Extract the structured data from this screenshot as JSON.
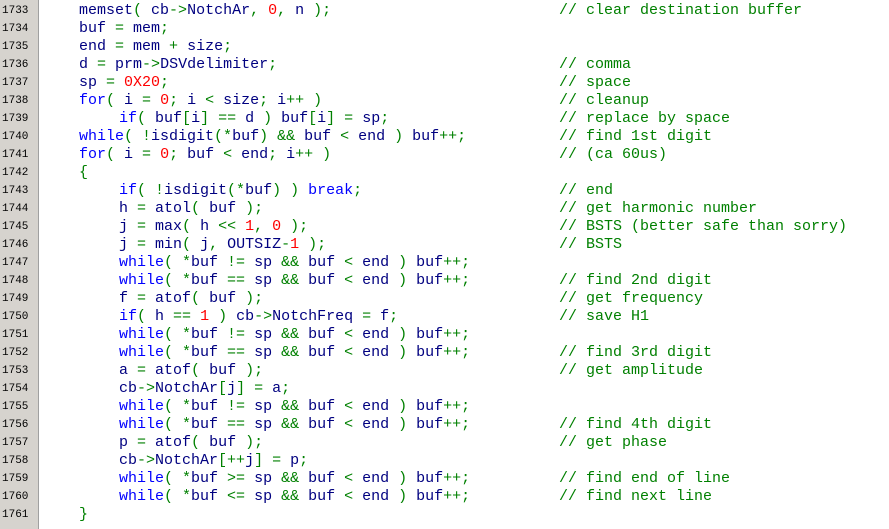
{
  "editor": {
    "colors": {
      "identifier": "#000080",
      "keyword": "#0000ff",
      "number": "#ff0000",
      "operator": "#008000",
      "comment": "#008000",
      "gutter": "#d6d3ce"
    },
    "lines": [
      {
        "n": "1733",
        "indent": 0,
        "tokens": [
          [
            "id",
            "memset"
          ],
          [
            "op",
            "( "
          ],
          [
            "id",
            "cb"
          ],
          [
            "op",
            "->"
          ],
          [
            "id",
            "NotchAr"
          ],
          [
            "op",
            ", "
          ],
          [
            "num",
            "0"
          ],
          [
            "op",
            ", "
          ],
          [
            "id",
            "n"
          ],
          [
            "op",
            " );"
          ]
        ],
        "comment": "// clear destination buffer"
      },
      {
        "n": "1734",
        "indent": 0,
        "tokens": [
          [
            "id",
            "buf"
          ],
          [
            "op",
            " = "
          ],
          [
            "id",
            "mem"
          ],
          [
            "op",
            ";"
          ]
        ],
        "comment": ""
      },
      {
        "n": "1735",
        "indent": 0,
        "tokens": [
          [
            "id",
            "end"
          ],
          [
            "op",
            " = "
          ],
          [
            "id",
            "mem"
          ],
          [
            "op",
            " + "
          ],
          [
            "id",
            "size"
          ],
          [
            "op",
            ";"
          ]
        ],
        "comment": ""
      },
      {
        "n": "1736",
        "indent": 0,
        "tokens": [
          [
            "id",
            "d"
          ],
          [
            "op",
            " = "
          ],
          [
            "id",
            "prm"
          ],
          [
            "op",
            "->"
          ],
          [
            "id",
            "DSVdelimiter"
          ],
          [
            "op",
            ";"
          ]
        ],
        "comment": "// comma"
      },
      {
        "n": "1737",
        "indent": 0,
        "tokens": [
          [
            "id",
            "sp"
          ],
          [
            "op",
            " = "
          ],
          [
            "num",
            "0X20"
          ],
          [
            "op",
            ";"
          ]
        ],
        "comment": "// space"
      },
      {
        "n": "1738",
        "indent": 0,
        "tokens": [
          [
            "kw",
            "for"
          ],
          [
            "op",
            "( "
          ],
          [
            "id",
            "i"
          ],
          [
            "op",
            " = "
          ],
          [
            "num",
            "0"
          ],
          [
            "op",
            "; "
          ],
          [
            "id",
            "i"
          ],
          [
            "op",
            " < "
          ],
          [
            "id",
            "size"
          ],
          [
            "op",
            "; "
          ],
          [
            "id",
            "i"
          ],
          [
            "op",
            "++ )"
          ]
        ],
        "comment": "// cleanup"
      },
      {
        "n": "1739",
        "indent": 1,
        "tokens": [
          [
            "kw",
            "if"
          ],
          [
            "op",
            "( "
          ],
          [
            "id",
            "buf"
          ],
          [
            "op",
            "["
          ],
          [
            "id",
            "i"
          ],
          [
            "op",
            "] == "
          ],
          [
            "id",
            "d"
          ],
          [
            "op",
            " ) "
          ],
          [
            "id",
            "buf"
          ],
          [
            "op",
            "["
          ],
          [
            "id",
            "i"
          ],
          [
            "op",
            "] = "
          ],
          [
            "id",
            "sp"
          ],
          [
            "op",
            ";"
          ]
        ],
        "comment": "// replace by space"
      },
      {
        "n": "1740",
        "indent": 0,
        "tokens": [
          [
            "kw",
            "while"
          ],
          [
            "op",
            "( !"
          ],
          [
            "id",
            "isdigit"
          ],
          [
            "op",
            "(*"
          ],
          [
            "id",
            "buf"
          ],
          [
            "op",
            ") && "
          ],
          [
            "id",
            "buf"
          ],
          [
            "op",
            " < "
          ],
          [
            "id",
            "end"
          ],
          [
            "op",
            " ) "
          ],
          [
            "id",
            "buf"
          ],
          [
            "op",
            "++;"
          ]
        ],
        "comment": "// find 1st digit"
      },
      {
        "n": "1741",
        "indent": 0,
        "tokens": [
          [
            "kw",
            "for"
          ],
          [
            "op",
            "( "
          ],
          [
            "id",
            "i"
          ],
          [
            "op",
            " = "
          ],
          [
            "num",
            "0"
          ],
          [
            "op",
            "; "
          ],
          [
            "id",
            "buf"
          ],
          [
            "op",
            " < "
          ],
          [
            "id",
            "end"
          ],
          [
            "op",
            "; "
          ],
          [
            "id",
            "i"
          ],
          [
            "op",
            "++ )"
          ]
        ],
        "comment": "// (ca 60us)"
      },
      {
        "n": "1742",
        "indent": 0,
        "tokens": [
          [
            "op",
            "{"
          ]
        ],
        "comment": ""
      },
      {
        "n": "1743",
        "indent": 1,
        "tokens": [
          [
            "kw",
            "if"
          ],
          [
            "op",
            "( !"
          ],
          [
            "id",
            "isdigit"
          ],
          [
            "op",
            "(*"
          ],
          [
            "id",
            "buf"
          ],
          [
            "op",
            ") ) "
          ],
          [
            "kw",
            "break"
          ],
          [
            "op",
            ";"
          ]
        ],
        "comment": "// end"
      },
      {
        "n": "1744",
        "indent": 1,
        "tokens": [
          [
            "id",
            "h"
          ],
          [
            "op",
            " = "
          ],
          [
            "id",
            "atol"
          ],
          [
            "op",
            "( "
          ],
          [
            "id",
            "buf"
          ],
          [
            "op",
            " );"
          ]
        ],
        "comment": "// get harmonic number"
      },
      {
        "n": "1745",
        "indent": 1,
        "tokens": [
          [
            "id",
            "j"
          ],
          [
            "op",
            " = "
          ],
          [
            "id",
            "max"
          ],
          [
            "op",
            "( "
          ],
          [
            "id",
            "h"
          ],
          [
            "op",
            " << "
          ],
          [
            "num",
            "1"
          ],
          [
            "op",
            ", "
          ],
          [
            "num",
            "0"
          ],
          [
            "op",
            " );"
          ]
        ],
        "comment": "// BSTS (better safe than sorry)"
      },
      {
        "n": "1746",
        "indent": 1,
        "tokens": [
          [
            "id",
            "j"
          ],
          [
            "op",
            " = "
          ],
          [
            "id",
            "min"
          ],
          [
            "op",
            "( "
          ],
          [
            "id",
            "j"
          ],
          [
            "op",
            ", "
          ],
          [
            "id",
            "OUTSIZ"
          ],
          [
            "op",
            "-"
          ],
          [
            "num",
            "1"
          ],
          [
            "op",
            " );"
          ]
        ],
        "comment": "// BSTS"
      },
      {
        "n": "1747",
        "indent": 1,
        "tokens": [
          [
            "kw",
            "while"
          ],
          [
            "op",
            "( *"
          ],
          [
            "id",
            "buf"
          ],
          [
            "op",
            " != "
          ],
          [
            "id",
            "sp"
          ],
          [
            "op",
            " && "
          ],
          [
            "id",
            "buf"
          ],
          [
            "op",
            " < "
          ],
          [
            "id",
            "end"
          ],
          [
            "op",
            " ) "
          ],
          [
            "id",
            "buf"
          ],
          [
            "op",
            "++;"
          ]
        ],
        "comment": ""
      },
      {
        "n": "1748",
        "indent": 1,
        "tokens": [
          [
            "kw",
            "while"
          ],
          [
            "op",
            "( *"
          ],
          [
            "id",
            "buf"
          ],
          [
            "op",
            " == "
          ],
          [
            "id",
            "sp"
          ],
          [
            "op",
            " && "
          ],
          [
            "id",
            "buf"
          ],
          [
            "op",
            " < "
          ],
          [
            "id",
            "end"
          ],
          [
            "op",
            " ) "
          ],
          [
            "id",
            "buf"
          ],
          [
            "op",
            "++;"
          ]
        ],
        "comment": "// find 2nd digit"
      },
      {
        "n": "1749",
        "indent": 1,
        "tokens": [
          [
            "id",
            "f"
          ],
          [
            "op",
            " = "
          ],
          [
            "id",
            "atof"
          ],
          [
            "op",
            "( "
          ],
          [
            "id",
            "buf"
          ],
          [
            "op",
            " );"
          ]
        ],
        "comment": "// get frequency"
      },
      {
        "n": "1750",
        "indent": 1,
        "tokens": [
          [
            "kw",
            "if"
          ],
          [
            "op",
            "( "
          ],
          [
            "id",
            "h"
          ],
          [
            "op",
            " == "
          ],
          [
            "num",
            "1"
          ],
          [
            "op",
            " ) "
          ],
          [
            "id",
            "cb"
          ],
          [
            "op",
            "->"
          ],
          [
            "id",
            "NotchFreq"
          ],
          [
            "op",
            " = "
          ],
          [
            "id",
            "f"
          ],
          [
            "op",
            ";"
          ]
        ],
        "comment": "// save H1"
      },
      {
        "n": "1751",
        "indent": 1,
        "tokens": [
          [
            "kw",
            "while"
          ],
          [
            "op",
            "( *"
          ],
          [
            "id",
            "buf"
          ],
          [
            "op",
            " != "
          ],
          [
            "id",
            "sp"
          ],
          [
            "op",
            " && "
          ],
          [
            "id",
            "buf"
          ],
          [
            "op",
            " < "
          ],
          [
            "id",
            "end"
          ],
          [
            "op",
            " ) "
          ],
          [
            "id",
            "buf"
          ],
          [
            "op",
            "++;"
          ]
        ],
        "comment": ""
      },
      {
        "n": "1752",
        "indent": 1,
        "tokens": [
          [
            "kw",
            "while"
          ],
          [
            "op",
            "( *"
          ],
          [
            "id",
            "buf"
          ],
          [
            "op",
            " == "
          ],
          [
            "id",
            "sp"
          ],
          [
            "op",
            " && "
          ],
          [
            "id",
            "buf"
          ],
          [
            "op",
            " < "
          ],
          [
            "id",
            "end"
          ],
          [
            "op",
            " ) "
          ],
          [
            "id",
            "buf"
          ],
          [
            "op",
            "++;"
          ]
        ],
        "comment": "// find 3rd digit"
      },
      {
        "n": "1753",
        "indent": 1,
        "tokens": [
          [
            "id",
            "a"
          ],
          [
            "op",
            " = "
          ],
          [
            "id",
            "atof"
          ],
          [
            "op",
            "( "
          ],
          [
            "id",
            "buf"
          ],
          [
            "op",
            " );"
          ]
        ],
        "comment": "// get amplitude"
      },
      {
        "n": "1754",
        "indent": 1,
        "tokens": [
          [
            "id",
            "cb"
          ],
          [
            "op",
            "->"
          ],
          [
            "id",
            "NotchAr"
          ],
          [
            "op",
            "["
          ],
          [
            "id",
            "j"
          ],
          [
            "op",
            "] = "
          ],
          [
            "id",
            "a"
          ],
          [
            "op",
            ";"
          ]
        ],
        "comment": ""
      },
      {
        "n": "1755",
        "indent": 1,
        "tokens": [
          [
            "kw",
            "while"
          ],
          [
            "op",
            "( *"
          ],
          [
            "id",
            "buf"
          ],
          [
            "op",
            " != "
          ],
          [
            "id",
            "sp"
          ],
          [
            "op",
            " && "
          ],
          [
            "id",
            "buf"
          ],
          [
            "op",
            " < "
          ],
          [
            "id",
            "end"
          ],
          [
            "op",
            " ) "
          ],
          [
            "id",
            "buf"
          ],
          [
            "op",
            "++;"
          ]
        ],
        "comment": ""
      },
      {
        "n": "1756",
        "indent": 1,
        "tokens": [
          [
            "kw",
            "while"
          ],
          [
            "op",
            "( *"
          ],
          [
            "id",
            "buf"
          ],
          [
            "op",
            " == "
          ],
          [
            "id",
            "sp"
          ],
          [
            "op",
            " && "
          ],
          [
            "id",
            "buf"
          ],
          [
            "op",
            " < "
          ],
          [
            "id",
            "end"
          ],
          [
            "op",
            " ) "
          ],
          [
            "id",
            "buf"
          ],
          [
            "op",
            "++;"
          ]
        ],
        "comment": "// find 4th digit"
      },
      {
        "n": "1757",
        "indent": 1,
        "tokens": [
          [
            "id",
            "p"
          ],
          [
            "op",
            " = "
          ],
          [
            "id",
            "atof"
          ],
          [
            "op",
            "( "
          ],
          [
            "id",
            "buf"
          ],
          [
            "op",
            " );"
          ]
        ],
        "comment": "// get phase"
      },
      {
        "n": "1758",
        "indent": 1,
        "tokens": [
          [
            "id",
            "cb"
          ],
          [
            "op",
            "->"
          ],
          [
            "id",
            "NotchAr"
          ],
          [
            "op",
            "[++"
          ],
          [
            "id",
            "j"
          ],
          [
            "op",
            "] = "
          ],
          [
            "id",
            "p"
          ],
          [
            "op",
            ";"
          ]
        ],
        "comment": ""
      },
      {
        "n": "1759",
        "indent": 1,
        "tokens": [
          [
            "kw",
            "while"
          ],
          [
            "op",
            "( *"
          ],
          [
            "id",
            "buf"
          ],
          [
            "op",
            " >= "
          ],
          [
            "id",
            "sp"
          ],
          [
            "op",
            " && "
          ],
          [
            "id",
            "buf"
          ],
          [
            "op",
            " < "
          ],
          [
            "id",
            "end"
          ],
          [
            "op",
            " ) "
          ],
          [
            "id",
            "buf"
          ],
          [
            "op",
            "++;"
          ]
        ],
        "comment": "// find end of line"
      },
      {
        "n": "1760",
        "indent": 1,
        "tokens": [
          [
            "kw",
            "while"
          ],
          [
            "op",
            "( *"
          ],
          [
            "id",
            "buf"
          ],
          [
            "op",
            " <= "
          ],
          [
            "id",
            "sp"
          ],
          [
            "op",
            " && "
          ],
          [
            "id",
            "buf"
          ],
          [
            "op",
            " < "
          ],
          [
            "id",
            "end"
          ],
          [
            "op",
            " ) "
          ],
          [
            "id",
            "buf"
          ],
          [
            "op",
            "++;"
          ]
        ],
        "comment": "// find next line"
      },
      {
        "n": "1761",
        "indent": 0,
        "tokens": [
          [
            "op",
            "}"
          ]
        ],
        "comment": ""
      }
    ]
  }
}
